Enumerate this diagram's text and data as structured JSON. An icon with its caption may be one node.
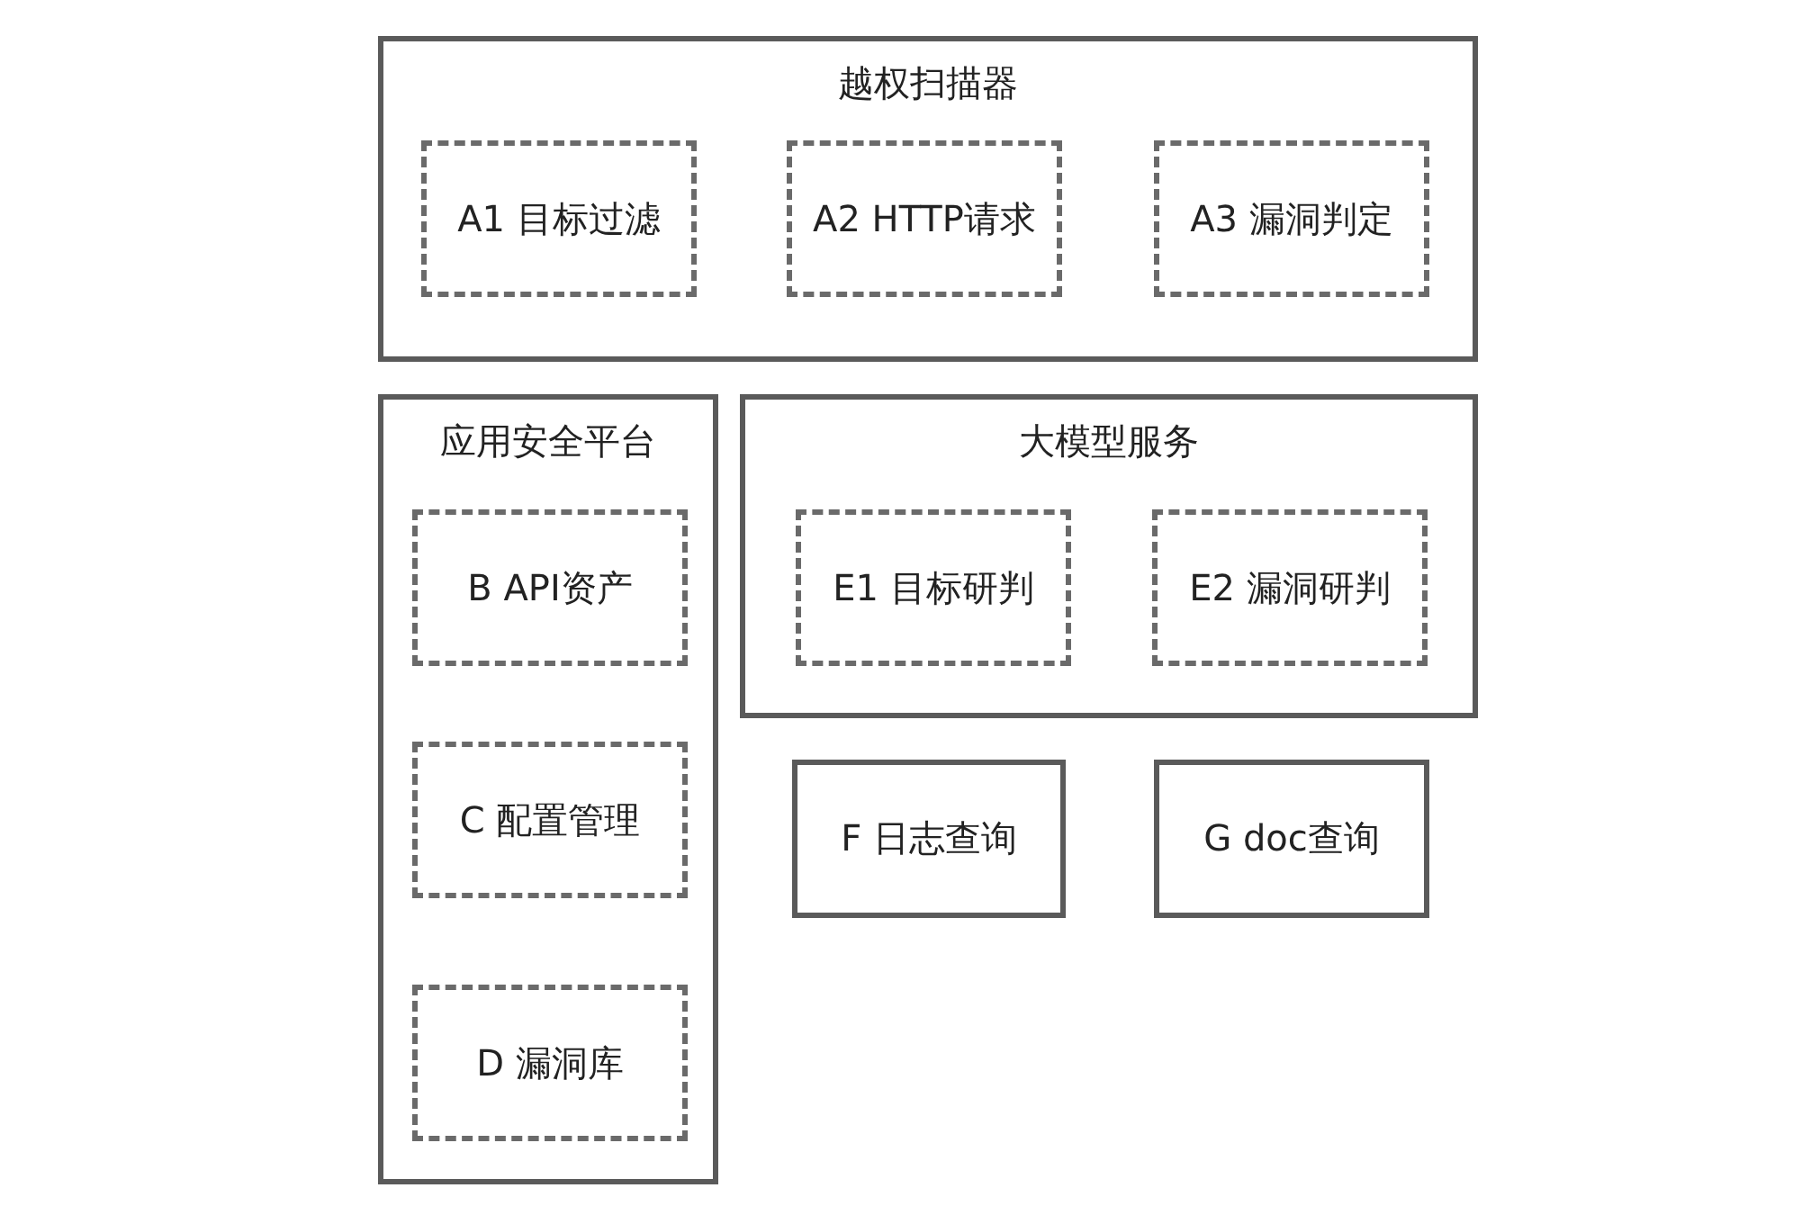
{
  "diagram": {
    "nodes": [
      {
        "text": [
          "越权扫描器"
        ]
      },
      {
        "text": [
          "A1 目标过滤"
        ],
        "in": 0
      },
      {
        "text": [
          "A2 HTTP请求"
        ],
        "in": 0
      },
      {
        "text": [
          "A3 漏洞判定"
        ],
        "in": 0
      },
      {
        "text": [
          "应用安全平台"
        ]
      },
      {
        "text": [
          "B API资产"
        ],
        "in": 4
      },
      {
        "text": [
          "C 配置管理"
        ],
        "in": 4
      },
      {
        "text": [
          "D 漏洞库"
        ],
        "in": 4
      },
      {
        "text": [
          "大模型服务"
        ]
      },
      {
        "text": [
          "E1 目标研判"
        ],
        "in": 8
      },
      {
        "text": [
          "E2 漏洞研判"
        ],
        "in": 8
      },
      {
        "text": [
          "F 日志查询"
        ]
      },
      {
        "text": [
          "G doc查询"
        ]
      }
    ]
  }
}
